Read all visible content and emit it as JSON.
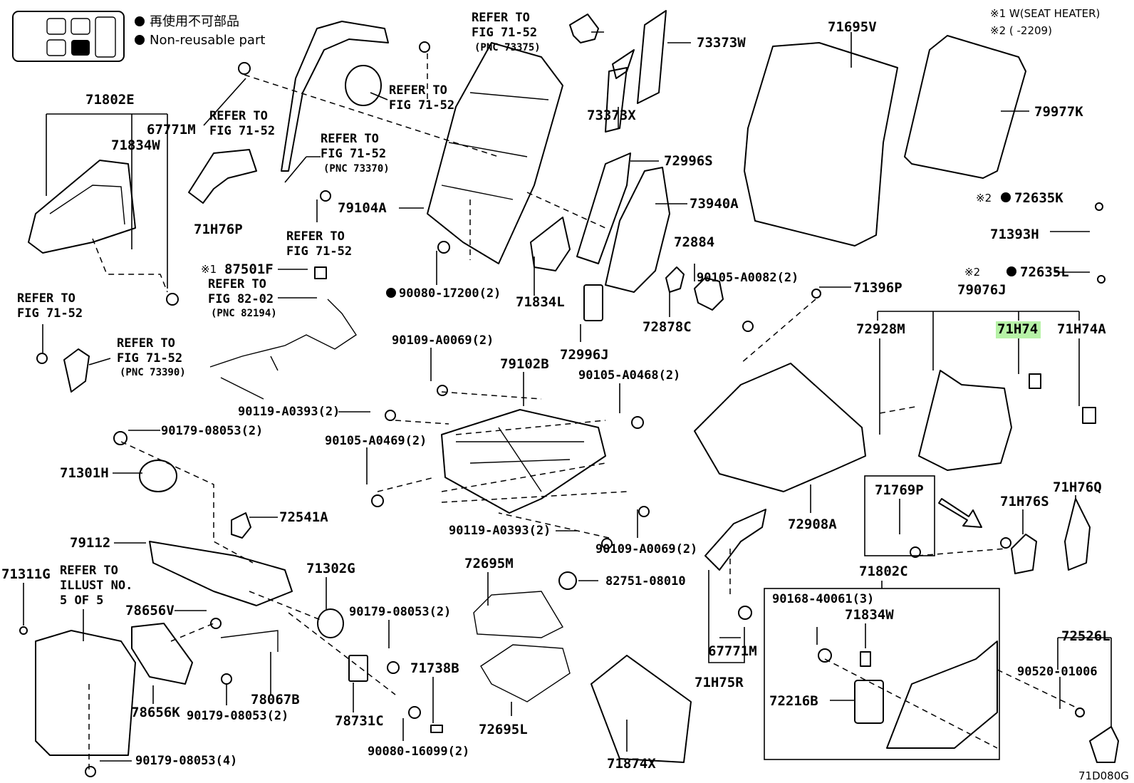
{
  "legend": {
    "reusable_note": "再使用不可部品",
    "non_reusable": "Non-reusable part"
  },
  "notes": {
    "note1": "※1 W(SEAT HEATER)",
    "note2": "※2 (       -2209)"
  },
  "diagram_code": "71D080G",
  "highlight_color": "#b6f2a6",
  "parts": {
    "p71802E": "71802E",
    "p67771M_top": "67771M",
    "p71834W_top": "71834W",
    "p71H76P": "71H76P",
    "p79104A": "79104A",
    "p73373W": "73373W",
    "p73373X": "73373X",
    "p71695V": "71695V",
    "p79977K": "79977K",
    "p72996S": "72996S",
    "p73940A": "73940A",
    "p72635K": "72635K",
    "p71393H": "71393H",
    "p72635L": "72635L",
    "p79076J": "79076J",
    "p87501F": "87501F",
    "p90080_17200": "90080-17200(2)",
    "p71834L": "71834L",
    "p72884": "72884",
    "p90105_A0082": "90105-A0082(2)",
    "p71396P": "71396P",
    "p72878C": "72878C",
    "p72996J": "72996J",
    "p72928M": "72928M",
    "p71H74": "71H74",
    "p71H74A": "71H74A",
    "p90109_A0069_top": "90109-A0069(2)",
    "p79102B": "79102B",
    "p90105_A0468": "90105-A0468(2)",
    "p90119_A0393_top": "90119-A0393(2)",
    "p90179_08053_a": "90179-08053(2)",
    "p90105_A0469": "90105-A0469(2)",
    "p71301H": "71301H",
    "p72541A": "72541A",
    "p72908A": "72908A",
    "p71769P": "71769P",
    "p71H76S": "71H76S",
    "p71H76Q": "71H76Q",
    "p90119_A0393_bot": "90119-A0393(2)",
    "p90109_A0069_bot": "90109-A0069(2)",
    "p79112": "79112",
    "p71311G": "71311G",
    "p71302G": "71302G",
    "p72695M": "72695M",
    "p82751_08010": "82751-08010",
    "p71802C": "71802C",
    "p78656V": "78656V",
    "p90179_08053_b": "90179-08053(2)",
    "p90168_40061": "90168-40061(3)",
    "p71834W_bot": "71834W",
    "p67771M_bot": "67771M",
    "p72526L": "72526L",
    "p71738B": "71738B",
    "p90520_01006": "90520-01006",
    "p78656K": "78656K",
    "p90179_08053_c": "90179-08053(2)",
    "p78067B": "78067B",
    "p78731C": "78731C",
    "p72695L": "72695L",
    "p71H75R": "71H75R",
    "p72216B": "72216B",
    "p90080_16099": "90080-16099(2)",
    "p71874X": "71874X",
    "p90179_08053_d": "90179-08053(4)"
  },
  "marks": {
    "m1": "※1",
    "m2a": "※2",
    "m2b": "※2"
  },
  "refs": {
    "r1": {
      "a": "REFER TO",
      "b": "FIG 71-52",
      "c": "(PNC 73375)"
    },
    "r2": {
      "a": "REFER TO",
      "b": "FIG 71-52"
    },
    "r3": {
      "a": "REFER TO",
      "b": "FIG 71-52"
    },
    "r4": {
      "a": "REFER TO",
      "b": "FIG 71-52",
      "c": "(PNC 73370)"
    },
    "r5": {
      "a": "REFER TO",
      "b": "FIG 71-52"
    },
    "r6": {
      "a": "REFER TO",
      "b": "FIG 82-02",
      "c": "(PNC 82194)"
    },
    "r7": {
      "a": "REFER TO",
      "b": "FIG 71-52"
    },
    "r8": {
      "a": "REFER TO",
      "b": "FIG 71-52",
      "c": "(PNC 73390)"
    },
    "r9": {
      "a": "REFER TO",
      "b": "ILLUST NO.",
      "c": "5 OF 5"
    }
  }
}
